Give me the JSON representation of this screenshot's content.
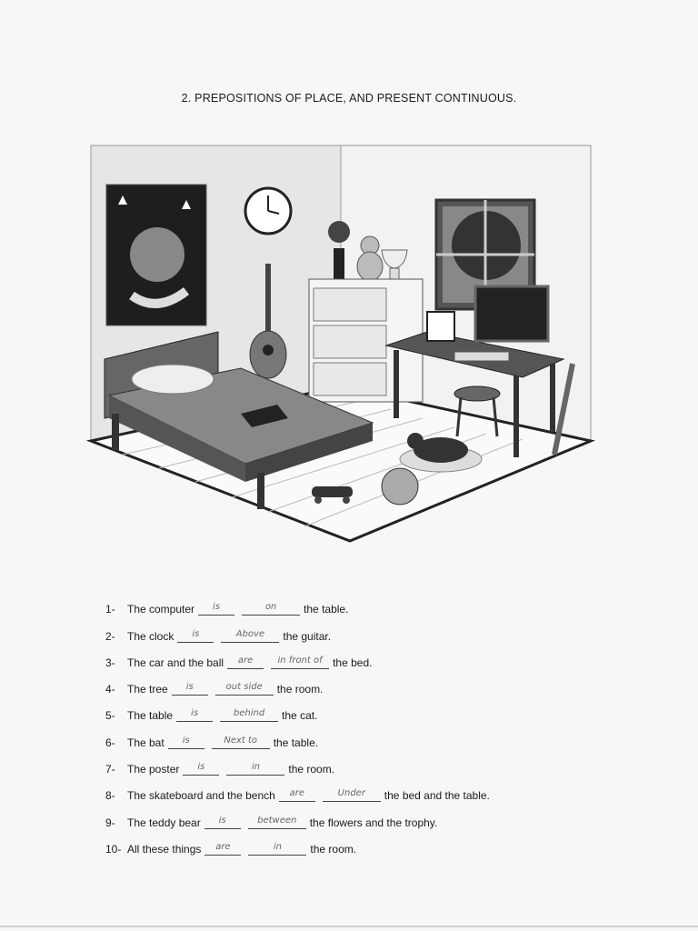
{
  "heading": "2. PREPOSITIONS OF PLACE, AND PRESENT CONTINUOUS.",
  "illustration": {
    "icons": [
      "space-poster-icon",
      "wall-clock-icon",
      "guitar-icon",
      "flower-vase-icon",
      "teddy-bear-icon",
      "trophy-icon",
      "drawer-cabinet-icon",
      "window-tree-icon",
      "computer-icon",
      "photo-frame-icon",
      "desk-icon",
      "stool-icon",
      "baseball-bat-icon",
      "bed-icon",
      "book-icon",
      "skateboard-icon",
      "ball-icon",
      "cat-icon"
    ]
  },
  "exercises": [
    {
      "num": "1-",
      "pre": "The computer",
      "verb": "is",
      "prep": "on",
      "post": "the table."
    },
    {
      "num": "2-",
      "pre": "The clock",
      "verb": "is",
      "prep": "Above",
      "post": "the guitar."
    },
    {
      "num": "3-",
      "pre": "The car and the ball",
      "verb": "are",
      "prep": "in front of",
      "post": "the bed."
    },
    {
      "num": "4-",
      "pre": "The tree",
      "verb": "is",
      "prep": "out side",
      "post": "the room."
    },
    {
      "num": "5-",
      "pre": "The table",
      "verb": "is",
      "prep": "behind",
      "post": "the cat."
    },
    {
      "num": "6-",
      "pre": "The bat",
      "verb": "is",
      "prep": "Next to",
      "post": "the table."
    },
    {
      "num": "7-",
      "pre": "The poster",
      "verb": "is",
      "prep": "in",
      "post": "the room."
    },
    {
      "num": "8-",
      "pre": "The skateboard and the bench",
      "verb": "are",
      "prep": "Under",
      "post": "the bed and the table."
    },
    {
      "num": "9-",
      "pre": "The teddy bear",
      "verb": "is",
      "prep": "between",
      "post": "the flowers and the trophy."
    },
    {
      "num": "10-",
      "pre": "All these things",
      "verb": "are",
      "prep": "in",
      "post": "the room."
    }
  ]
}
